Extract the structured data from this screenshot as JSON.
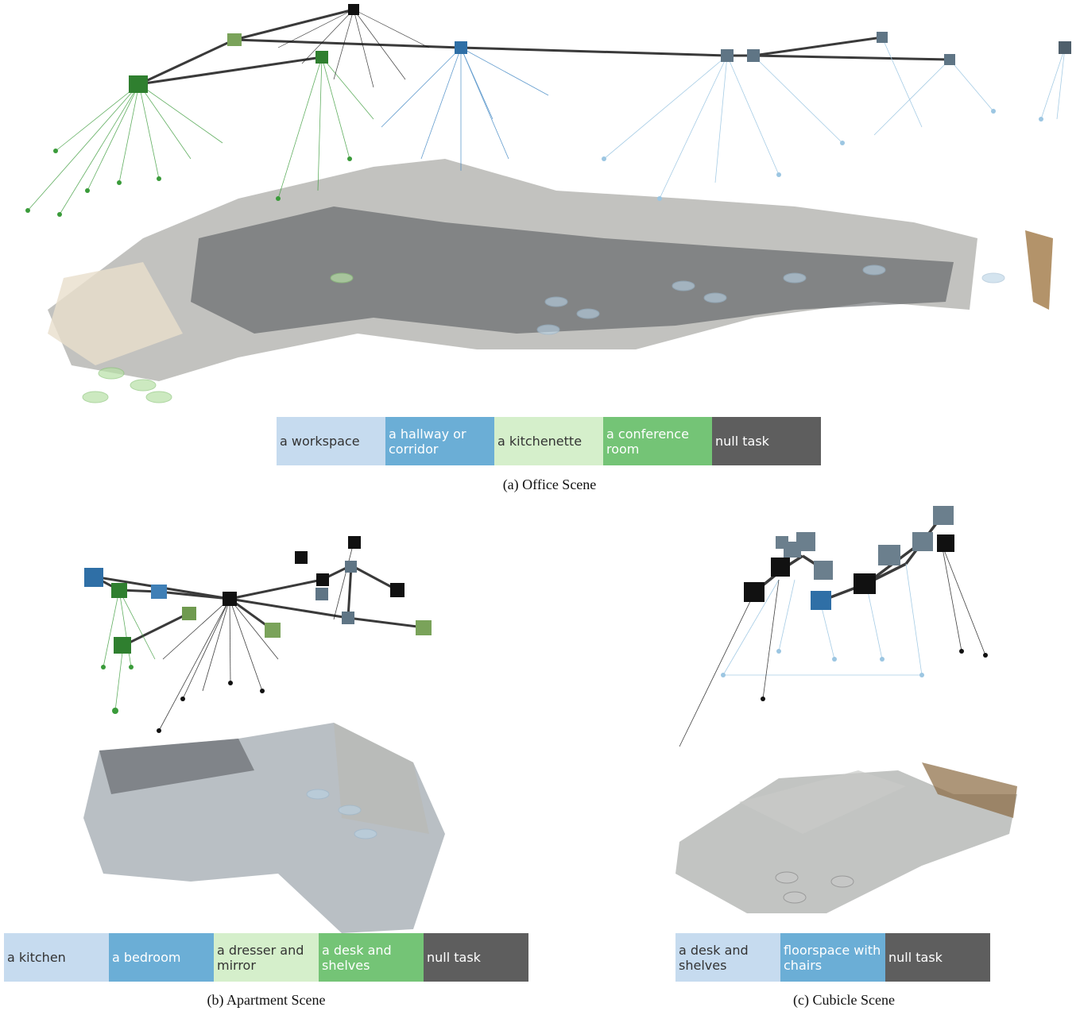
{
  "figure": {
    "panels": [
      {
        "caption": "(a) Office Scene",
        "legend": [
          {
            "label": "a workspace",
            "color": "#c6dbef",
            "text_color": "#333333"
          },
          {
            "label": "a hallway or corridor",
            "color": "#6baed6",
            "text_color": "#ffffff"
          },
          {
            "label": "a kitchenette",
            "color": "#d5efcb",
            "text_color": "#333333"
          },
          {
            "label": "a conference room",
            "color": "#74c476",
            "text_color": "#ffffff"
          },
          {
            "label": "null task",
            "color": "#5e5e5e",
            "text_color": "#ffffff"
          }
        ]
      },
      {
        "caption": "(b) Apartment Scene",
        "legend": [
          {
            "label": "a kitchen",
            "color": "#c6dbef",
            "text_color": "#333333"
          },
          {
            "label": "a bedroom",
            "color": "#6baed6",
            "text_color": "#ffffff"
          },
          {
            "label": "a dresser and mirror",
            "color": "#d5efcb",
            "text_color": "#333333"
          },
          {
            "label": "a desk and shelves",
            "color": "#74c476",
            "text_color": "#ffffff"
          },
          {
            "label": "null task",
            "color": "#5e5e5e",
            "text_color": "#ffffff"
          }
        ]
      },
      {
        "caption": "(c) Cubicle Scene",
        "legend": [
          {
            "label": "a desk and shelves",
            "color": "#c6dbef",
            "text_color": "#333333"
          },
          {
            "label": "floorspace with chairs",
            "color": "#6baed6",
            "text_color": "#ffffff"
          },
          {
            "label": "null task",
            "color": "#5e5e5e",
            "text_color": "#ffffff"
          }
        ]
      }
    ]
  }
}
